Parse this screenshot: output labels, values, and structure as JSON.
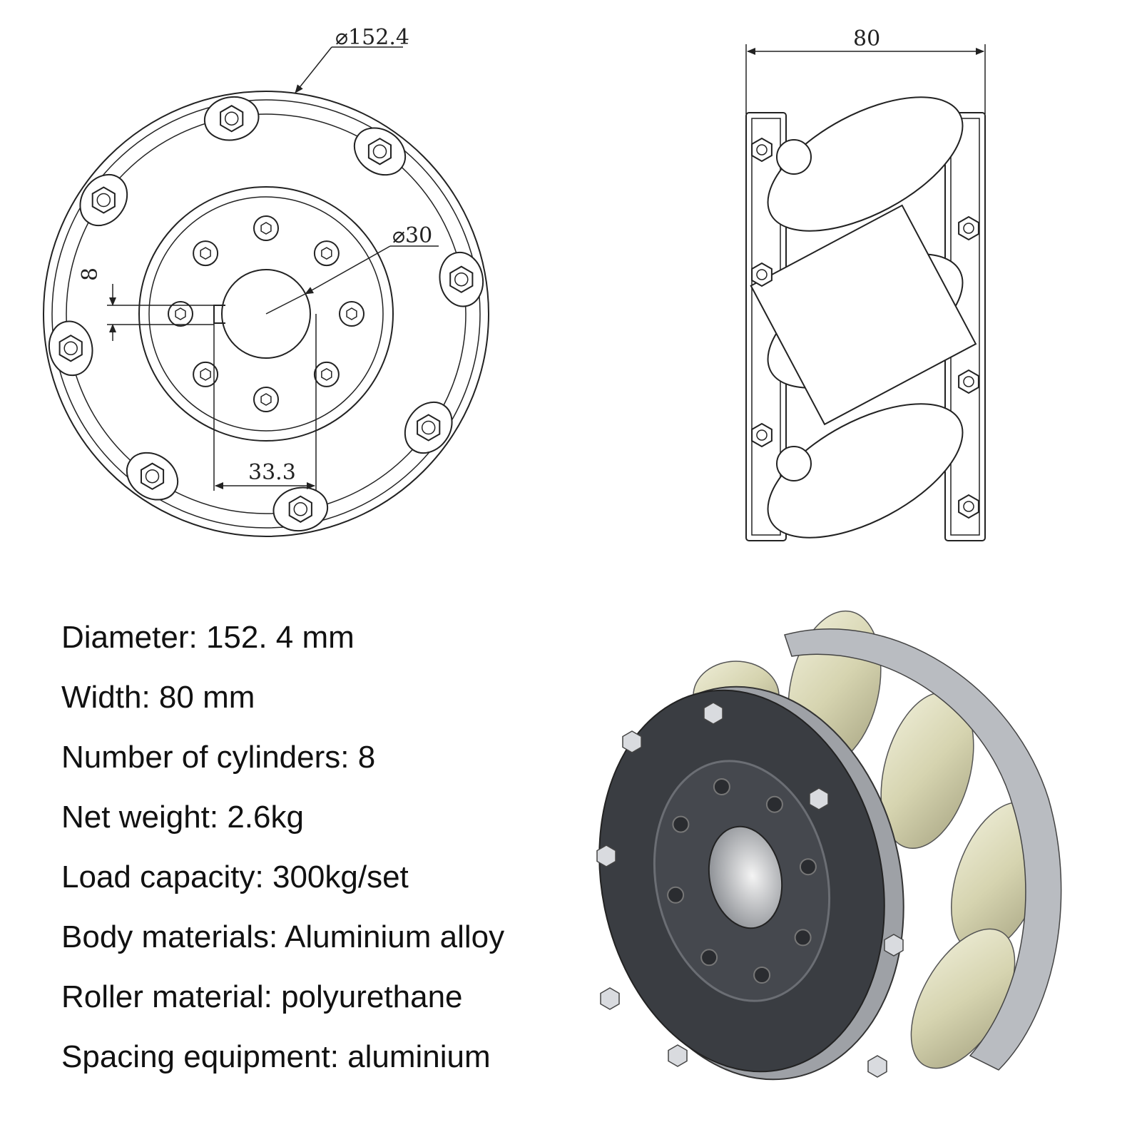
{
  "front_view": {
    "outer_diameter_label": "⌀152.4",
    "bore_diameter_label": "⌀30",
    "keyway_label": "8",
    "bore_span_label": "33.3"
  },
  "side_view": {
    "width_label": "80"
  },
  "specs": [
    "Diameter: 152. 4 mm",
    "Width: 80 mm",
    "Number of cylinders: 8",
    "Net weight: 2.6kg",
    "Load capacity: 300kg/set",
    "Body materials: Aluminium alloy",
    "Roller material: polyurethane",
    "Spacing equipment: aluminium"
  ],
  "colors": {
    "hub_dark": "#3a3d42",
    "roller_tan": "#d8d6b4",
    "metal": "#b9bcc1"
  }
}
